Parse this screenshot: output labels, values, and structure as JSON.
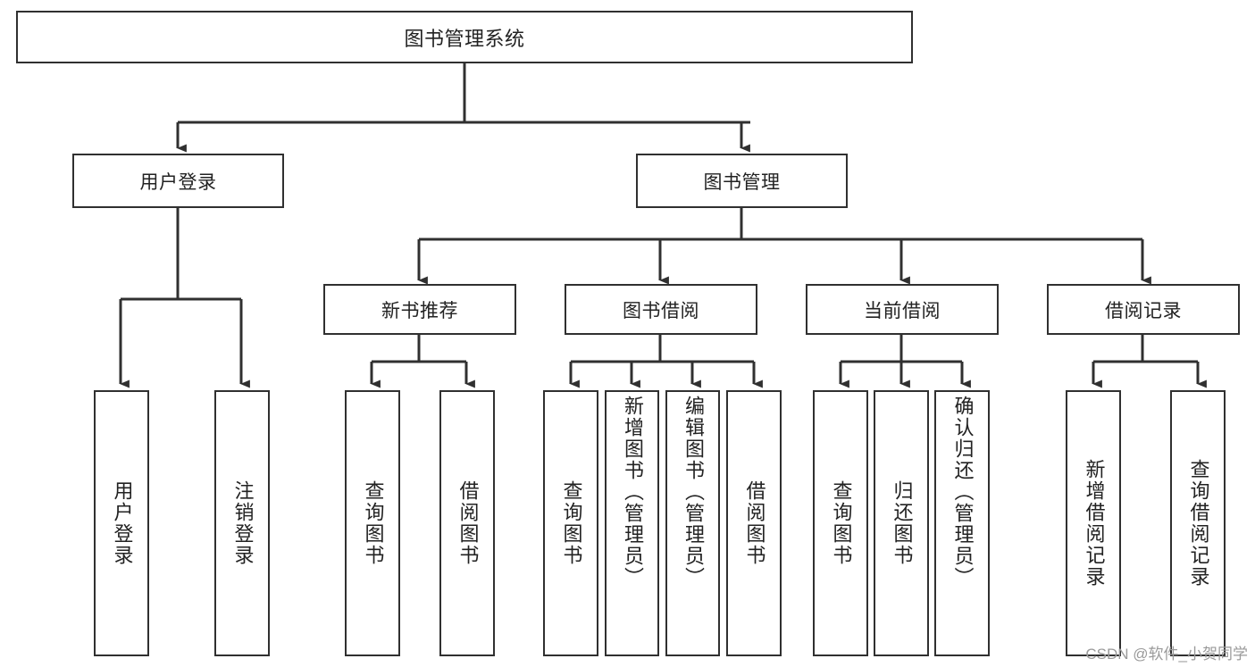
{
  "diagram": {
    "title": "图书管理系统",
    "watermark": "CSDN @软件_小贺同学",
    "line_color": "#303030",
    "box_fill": "#ffffff",
    "text_color": "#222222",
    "watermark_color": "#9a9a9a"
  },
  "nodes": {
    "root": {
      "label": "图书管理系统"
    },
    "level1": [
      {
        "label": "用户登录"
      },
      {
        "label": "图书管理"
      }
    ],
    "level2": [
      {
        "label": "新书推荐"
      },
      {
        "label": "图书借阅"
      },
      {
        "label": "当前借阅"
      },
      {
        "label": "借阅记录"
      }
    ],
    "leaves": {
      "user_login": [
        {
          "label": "用户登录"
        },
        {
          "label": "注销登录"
        }
      ],
      "new_book_recommend": [
        {
          "label": "查询图书"
        },
        {
          "label": "借阅图书"
        }
      ],
      "book_borrow": [
        {
          "label": "查询图书"
        },
        {
          "label": "新增图书（管理员）"
        },
        {
          "label": "编辑图书（管理员）"
        },
        {
          "label": "借阅图书"
        }
      ],
      "current_borrow": [
        {
          "label": "查询图书"
        },
        {
          "label": "归还图书"
        },
        {
          "label": "确认归还（管理员）"
        }
      ],
      "borrow_record": [
        {
          "label": "新增借阅记录"
        },
        {
          "label": "查询借阅记录"
        }
      ]
    }
  }
}
